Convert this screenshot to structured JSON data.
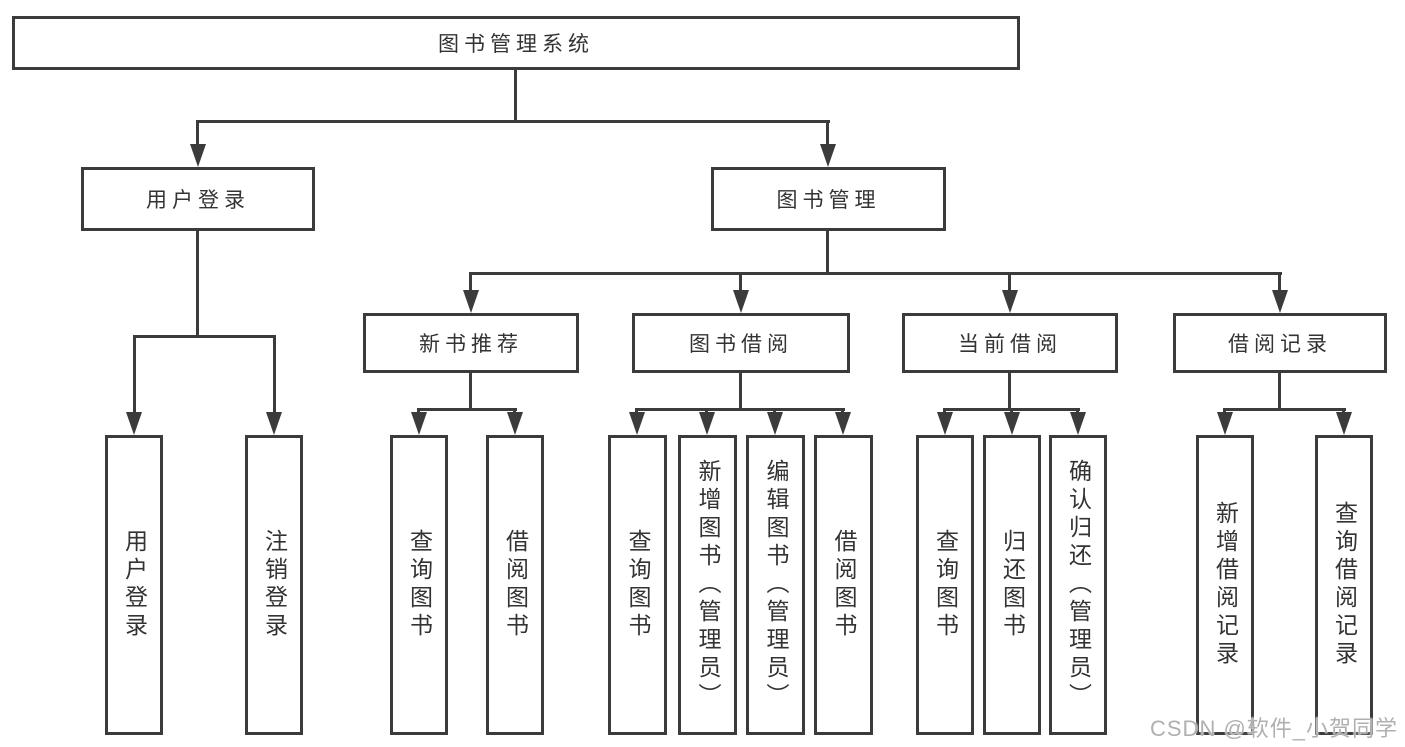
{
  "diagram": {
    "type": "tree",
    "root": {
      "label": "图书管理系统"
    },
    "level2": [
      {
        "label": "用户登录"
      },
      {
        "label": "图书管理"
      }
    ],
    "level3": [
      {
        "label": "新书推荐"
      },
      {
        "label": "图书借阅"
      },
      {
        "label": "当前借阅"
      },
      {
        "label": "借阅记录"
      }
    ],
    "leaves": {
      "user_login": [
        {
          "label": "用户登录"
        },
        {
          "label": "注销登录"
        }
      ],
      "new_book_recommend": [
        {
          "label": "查询图书"
        },
        {
          "label": "借阅图书"
        }
      ],
      "book_borrow": [
        {
          "label": "查询图书"
        },
        {
          "label": "新增图书（管理员）"
        },
        {
          "label": "编辑图书（管理员）"
        },
        {
          "label": "借阅图书"
        }
      ],
      "current_borrow": [
        {
          "label": "查询图书"
        },
        {
          "label": "归还图书"
        },
        {
          "label": "确认归还（管理员）"
        }
      ],
      "borrow_records": [
        {
          "label": "新增借阅记录"
        },
        {
          "label": "查询借阅记录"
        }
      ]
    },
    "colors": {
      "line": "#3b3b3b",
      "text": "#333333",
      "box_background": "#ffffff",
      "watermark": "#b0b0b0"
    },
    "watermark": {
      "text": "CSDN @软件_小贺同学"
    }
  }
}
